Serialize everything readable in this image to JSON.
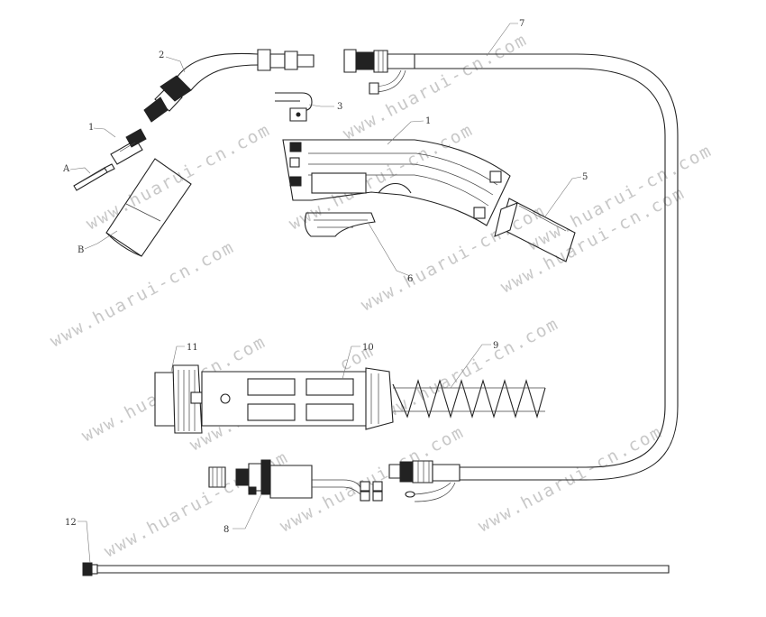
{
  "watermark": "www.huarui-cn.com",
  "callouts": {
    "c1a": "1",
    "c1b": "1",
    "c2": "2",
    "c3": "3",
    "c5": "5",
    "c6": "6",
    "c7": "7",
    "c8": "8",
    "c9": "9",
    "c10": "10",
    "c11": "11",
    "c12": "12",
    "cA": "A",
    "cB": "B"
  }
}
